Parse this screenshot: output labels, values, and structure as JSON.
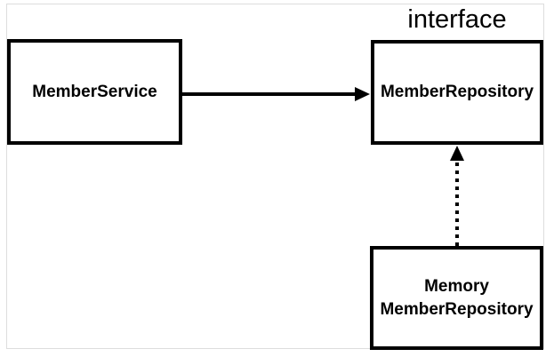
{
  "diagram": {
    "interface_label": "interface",
    "nodes": [
      {
        "id": "member-service",
        "label": "MemberService"
      },
      {
        "id": "member-repository",
        "label": "MemberRepository",
        "stereotype": "interface"
      },
      {
        "id": "memory-member-repository",
        "label_lines": [
          "Memory",
          "MemberRepository"
        ]
      }
    ],
    "edges": [
      {
        "from": "member-service",
        "to": "member-repository",
        "style": "solid",
        "arrowhead": "filled-triangle",
        "direction": "right"
      },
      {
        "from": "memory-member-repository",
        "to": "member-repository",
        "style": "dotted",
        "arrowhead": "filled-triangle",
        "direction": "up"
      }
    ],
    "colors": {
      "line": "#000000",
      "frame": "#dddddd",
      "background": "#ffffff",
      "text": "#000000"
    }
  }
}
